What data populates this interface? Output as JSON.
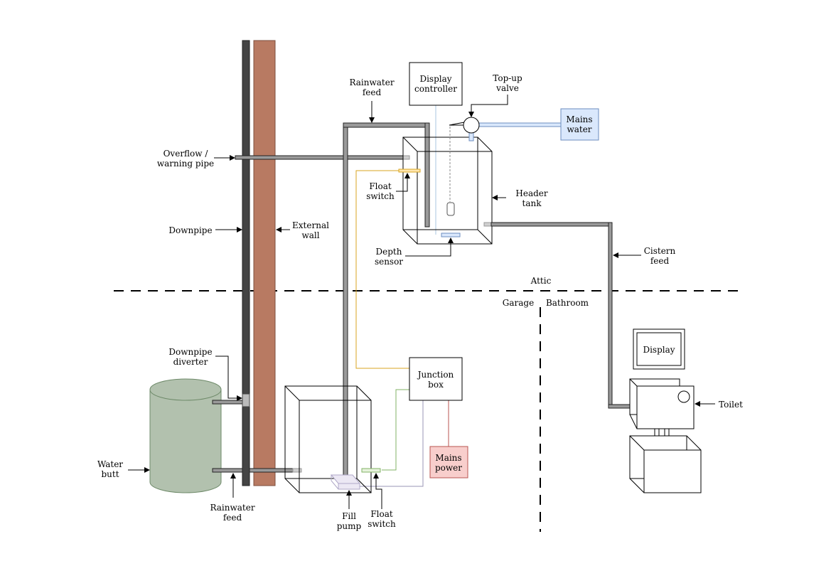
{
  "labels": {
    "overflow_1": "Overflow /",
    "overflow_2": "warning pipe",
    "downpipe": "Downpipe",
    "external_wall_1": "External",
    "external_wall_2": "wall",
    "rainwater_feed_top_1": "Rainwater",
    "rainwater_feed_top_2": "feed",
    "display_controller_1": "Display",
    "display_controller_2": "controller",
    "topup_valve_1": "Top-up",
    "topup_valve_2": "valve",
    "mains_water_1": "Mains",
    "mains_water_2": "water",
    "float_switch_top_1": "Float",
    "float_switch_top_2": "switch",
    "header_tank_1": "Header",
    "header_tank_2": "tank",
    "depth_sensor_1": "Depth",
    "depth_sensor_2": "sensor",
    "cistern_feed_1": "Cistern",
    "cistern_feed_2": "feed",
    "attic": "Attic",
    "garage": "Garage",
    "bathroom": "Bathroom",
    "downpipe_diverter_1": "Downpipe",
    "downpipe_diverter_2": "diverter",
    "junction_box_1": "Junction",
    "junction_box_2": "box",
    "display": "Display",
    "toilet": "Toilet",
    "water_butt_1": "Water",
    "water_butt_2": "butt",
    "mains_power_1": "Mains",
    "mains_power_2": "power",
    "rainwater_feed_bottom_1": "Rainwater",
    "rainwater_feed_bottom_2": "feed",
    "fill_pump_1": "Fill",
    "fill_pump_2": "pump",
    "float_switch_bottom_1": "Float",
    "float_switch_bottom_2": "switch"
  },
  "colors": {
    "downpipe": "#444444",
    "external_wall": "#b87a62",
    "water_butt": "#b2c1ae",
    "mains_water": "#dae8fc",
    "mains_power": "#f8cecc",
    "float_wire": "#d9a520",
    "green_wire": "#82b366",
    "purple_wire": "#9a95b5",
    "red_wire": "#b85450",
    "light_blue_pipe": "#a9c4e0"
  }
}
